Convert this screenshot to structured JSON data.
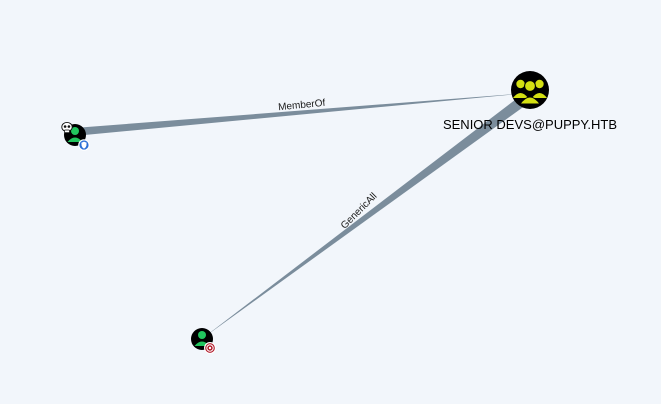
{
  "graph": {
    "background": "#f2f6fb",
    "edge_color": "#7b8d9c",
    "nodes": [
      {
        "id": "user-owned",
        "kind": "user",
        "badges": [
          "owned-skull-icon",
          "high-value-shield-icon"
        ],
        "label": ""
      },
      {
        "id": "group-senior-devs",
        "kind": "group",
        "label": "SENIOR DEVS@PUPPY.HTB"
      },
      {
        "id": "user-target",
        "kind": "user",
        "badges": [
          "target-icon"
        ],
        "label": ""
      }
    ],
    "edges": [
      {
        "id": "edge-memberof",
        "source": "user-owned",
        "target": "group-senior-devs",
        "label": "MemberOf"
      },
      {
        "id": "edge-genericall",
        "source": "group-senior-devs",
        "target": "user-target",
        "label": "GenericAll"
      }
    ],
    "colors": {
      "user_icon": "#22c55e",
      "group_icon": "#d4e012",
      "node_bg": "#000000",
      "shield_badge": "#2a6fd6",
      "target_badge": "#b01a2a"
    }
  }
}
